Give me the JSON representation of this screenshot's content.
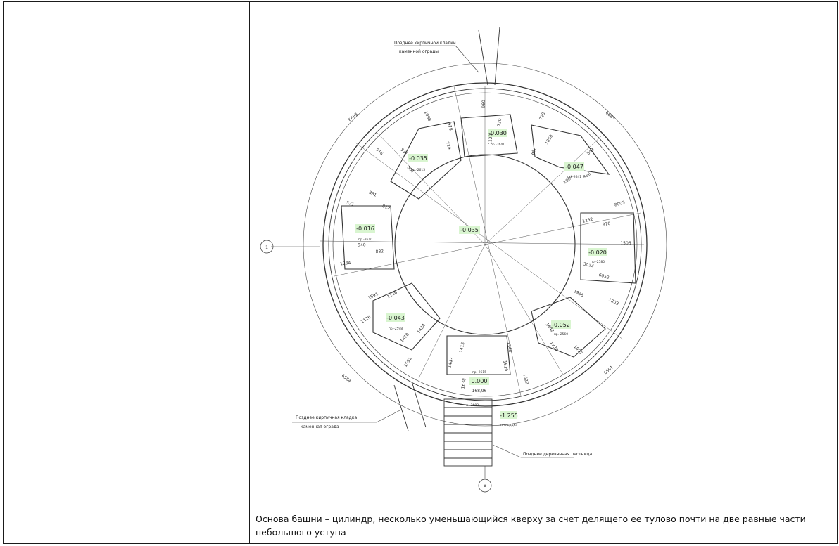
{
  "drawing": {
    "callouts": {
      "top": [
        "Позднее кирпичной кладки",
        "каменной ограды"
      ],
      "left": [
        "Позднее кирпичная кладка",
        "каменная ограда"
      ],
      "stairs": "Позднее деревянная лестница"
    },
    "axis_marks": {
      "left": "1",
      "bottom": "А"
    },
    "rooms": [
      {
        "elev": "-0.035",
        "sub": "пр.-2615"
      },
      {
        "elev": "-0.030",
        "sub": "пр.-2641"
      },
      {
        "elev": "-0.047",
        "sub": "пр.-2641"
      },
      {
        "elev": "-0.016",
        "sub": "пр.-2610"
      },
      {
        "elev": "-0.020",
        "sub": "пр.-2580"
      },
      {
        "elev": "-0.043",
        "sub": "пр.-2598"
      },
      {
        "elev": "-0.052",
        "sub": "пр.-2560"
      }
    ],
    "center_elev": "-0.035",
    "entry": {
      "elev": "0.000",
      "sub": "пр.-2615",
      "sub2": "пр.-2603",
      "value": "168,96"
    },
    "stair_elev": {
      "elev": "-1.255",
      "sub": "площадка"
    },
    "dimensions": {
      "outer": [
        "6683",
        "6683",
        "6584",
        "6591"
      ],
      "misc": [
        "1506",
        "1936",
        "1930",
        "1803",
        "1642",
        "1619",
        "1923",
        "1548",
        "1443",
        "1622",
        "1413",
        "1418",
        "1638",
        "1434",
        "1591",
        "1591",
        "1126",
        "940",
        "1126",
        "832",
        "831",
        "1234",
        "812",
        "531",
        "571",
        "507",
        "978",
        "916",
        "724",
        "730",
        "1098",
        "1129",
        "1058",
        "960",
        "856",
        "866",
        "728",
        "1007",
        "870",
        "843",
        "1252",
        "6052",
        "8003",
        "3033"
      ]
    }
  },
  "caption": "Основа башни – цилиндр, несколько уменьшающийся кверху за счет делящего ее тулово почти на две равные части небольшого уступа"
}
